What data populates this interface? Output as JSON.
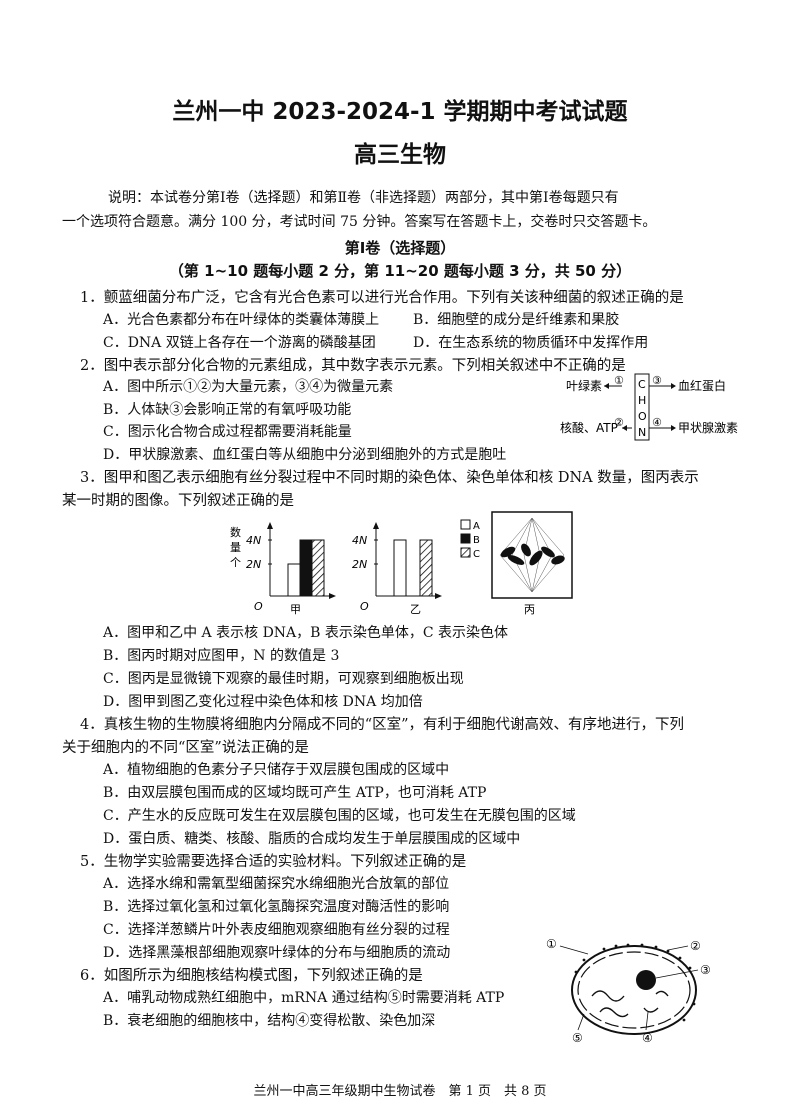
{
  "header": {
    "title": "兰州一中 2023-2024-1 学期期中考试试题",
    "subtitle": "高三生物"
  },
  "instructions": {
    "line1": "说明：本试卷分第Ⅰ卷（选择题）和第Ⅱ卷（非选择题）两部分，其中第Ⅰ卷每题只有",
    "line2": "一个选项符合题意。满分 100 分，考试时间 75 分钟。答案写在答题卡上，交卷时只交答题卡。"
  },
  "section": {
    "title": "第Ⅰ卷（选择题）",
    "subtitle": "（第 1~10 题每小题 2 分，第 11~20 题每小题 3 分，共 50 分）"
  },
  "q1": {
    "stem": "1．颤蓝细菌分布广泛，它含有光合色素可以进行光合作用。下列有关该种细菌的叙述正确的是",
    "a": "A．光合色素都分布在叶绿体的类囊体薄膜上",
    "b": "B．细胞壁的成分是纤维素和果胶",
    "c": "C．DNA 双链上各存在一个游离的磷酸基团",
    "d": "D．在生态系统的物质循环中发挥作用"
  },
  "q2": {
    "stem": "2．图中表示部分化合物的元素组成，其中数字表示元素。下列相关叙述中不正确的是",
    "a": "A．图中所示①②为大量元素，③④为微量元素",
    "b": "B．人体缺③会影响正常的有氧呼吸功能",
    "c": "C．图示化合物合成过程都需要消耗能量",
    "d": "D．甲状腺激素、血红蛋白等从细胞中分泌到细胞外的方式是胞吐",
    "diagram": {
      "left_top": "叶绿素",
      "left_bottom": "核酸、ATP",
      "right_top": "血红蛋白",
      "right_bottom": "甲状腺激素",
      "n1": "①",
      "n2": "②",
      "n3": "③",
      "n4": "④",
      "elements": [
        "C",
        "H",
        "O",
        "N"
      ]
    }
  },
  "q3": {
    "stem1": "3．图甲和图乙表示细胞有丝分裂过程中不同时期的染色体、染色单体和核 DNA 数量，图丙表示",
    "stem2": "某一时期的图像。下列叙述正确的是",
    "a": "A．图甲和乙中 A 表示核 DNA，B 表示染色单体，C 表示染色体",
    "b": "B．图丙时期对应图甲，N 的数值是 3",
    "c": "C．图丙是显微镜下观察的最佳时期，可观察到细胞板出现",
    "d": "D．图甲到图乙变化过程中染色体和核 DNA 均加倍",
    "figure": {
      "ylabel": [
        "数",
        "量",
        "个"
      ],
      "tick_4n": "4N",
      "tick_2n": "2N",
      "origin": "O",
      "label_jia": "甲",
      "label_yi": "乙",
      "label_bing": "丙",
      "legend": [
        "A",
        "B",
        "C"
      ]
    }
  },
  "q4": {
    "stem1": "4．真核生物的生物膜将细胞内分隔成不同的“区室”，有利于细胞代谢高效、有序地进行，下列",
    "stem2": "关于细胞内的不同“区室”说法正确的是",
    "a": "A．植物细胞的色素分子只储存于双层膜包围成的区域中",
    "b": "B．由双层膜包围而成的区域均既可产生 ATP，也可消耗 ATP",
    "c": "C．产生水的反应既可发生在双层膜包围的区域，也可发生在无膜包围的区域",
    "d": "D．蛋白质、糖类、核酸、脂质的合成均发生于单层膜围成的区域中"
  },
  "q5": {
    "stem": "5．生物学实验需要选择合适的实验材料。下列叙述正确的是",
    "a": "A．选择水绵和需氧型细菌探究水绵细胞光合放氧的部位",
    "b": "B．选择过氧化氢和过氧化氢酶探究温度对酶活性的影响",
    "c": "C．选择洋葱鳞片叶外表皮细胞观察细胞有丝分裂的过程",
    "d": "D．选择黑藻根部细胞观察叶绿体的分布与细胞质的流动"
  },
  "q6": {
    "stem": "6．如图所示为细胞核结构模式图，下列叙述正确的是",
    "a": "A．哺乳动物成熟红细胞中，mRNA 通过结构⑤时需要消耗 ATP",
    "b": "B．衰老细胞的细胞核中，结构④变得松散、染色加深",
    "labels": [
      "①",
      "②",
      "③",
      "④",
      "⑤"
    ]
  },
  "footer": "兰州一中高三年级期中生物试卷　第 1 页　共 8 页"
}
